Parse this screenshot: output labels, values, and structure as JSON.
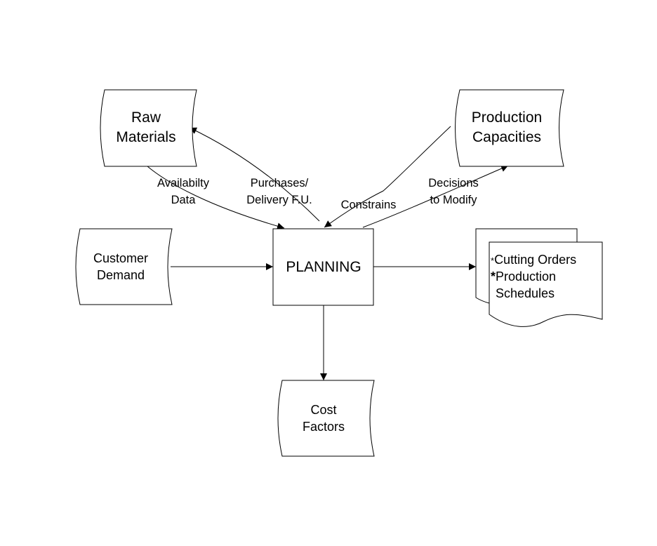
{
  "nodes": {
    "raw_materials": {
      "line1": "Raw",
      "line2": "Materials"
    },
    "production_capacities": {
      "line1": "Production",
      "line2": "Capacities"
    },
    "customer_demand": {
      "line1": "Customer",
      "line2": "Demand"
    },
    "planning": {
      "label": "PLANNING"
    },
    "outputs": {
      "item1_marker": "*",
      "item1": "Cutting Orders",
      "item2_marker": "*",
      "item2_line1": "Production",
      "item2_line2": "Schedules"
    },
    "cost_factors": {
      "line1": "Cost",
      "line2": "Factors"
    }
  },
  "edges": {
    "availability": {
      "line1": "Availabilty",
      "line2": "Data"
    },
    "purchases": {
      "line1": "Purchases/",
      "line2": "Delivery F.U."
    },
    "constrains": {
      "label": "Constrains"
    },
    "decisions": {
      "line1": "Decisions",
      "line2": "to Modify"
    }
  }
}
